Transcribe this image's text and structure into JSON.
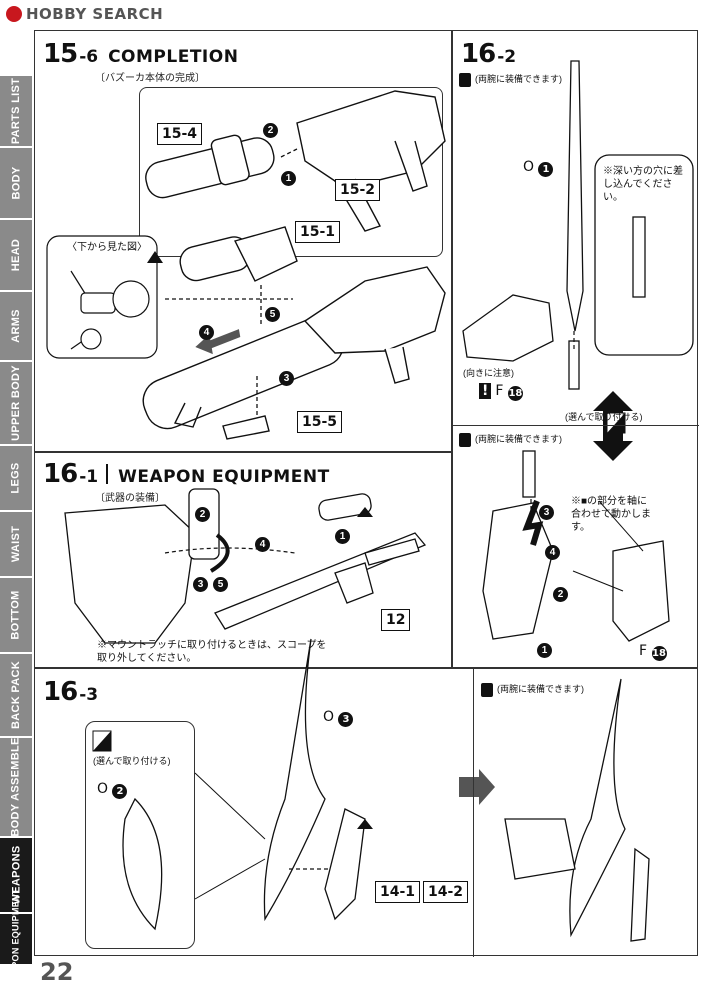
{
  "watermark": {
    "brand": "HOBBY SEARCH"
  },
  "sidebar": {
    "items": [
      {
        "label": "PARTS LIST",
        "active": false
      },
      {
        "label": "BODY",
        "active": false
      },
      {
        "label": "HEAD",
        "active": false
      },
      {
        "label": "ARMS",
        "active": false
      },
      {
        "label": "UPPER BODY",
        "active": false
      },
      {
        "label": "LEGS",
        "active": false
      },
      {
        "label": "WAIST",
        "active": false
      },
      {
        "label": "BOTTOM",
        "active": false
      },
      {
        "label": "BACK PACK",
        "active": false
      },
      {
        "label": "BODY ASSEMBLE",
        "active": false
      },
      {
        "label": "WEAPONS",
        "active": true
      },
      {
        "label": "WEAPON EQUIPMENT",
        "active": true
      }
    ]
  },
  "page_number": "22",
  "steps": {
    "s15_6": {
      "num": "15",
      "sub": "-6",
      "title": "COMPLETION",
      "jp": "〔バズーカ本体の完成〕",
      "inset_label": "〈下から見た図〉",
      "tags": [
        "15-4",
        "15-2",
        "15-1",
        "15-5"
      ],
      "callouts": [
        "2",
        "1",
        "5",
        "4",
        "3"
      ]
    },
    "s16_2": {
      "num": "16",
      "sub": "-2",
      "both_arms_note": "(両腕に装備できます)",
      "part_o1": "O",
      "insert_note": "※深い方の穴に差し込んでください。",
      "direction_note": "(向きに注意)",
      "part_f": "F",
      "choose_note": "(選んで取り付ける)",
      "both_arms_note2": "(両腕に装備できます)",
      "move_note": "※■の部分を軸に合わせて動かします。",
      "part_f2": "F",
      "callouts": [
        "1",
        "3",
        "4",
        "2",
        "1"
      ]
    },
    "s16_1": {
      "num": "16",
      "sub": "-1",
      "title": "WEAPON EQUIPMENT",
      "jp": "〔武器の装備〕",
      "tag": "12",
      "mount_note": "※マウントラッチに取り付けるときは、スコープを取り外してください。",
      "callouts": [
        "2",
        "4",
        "3",
        "5",
        "1"
      ]
    },
    "s16_3": {
      "num": "16",
      "sub": "-3",
      "choose_note": "(選んで取り付ける)",
      "part_o2": "O",
      "part_o3": "O",
      "tags": [
        "14-1",
        "14-2"
      ],
      "both_arms_note": "(両腕に装備できます)"
    }
  },
  "colors": {
    "accent": "#111111",
    "sidebar_tab": "#8a8a8a",
    "sidebar_active": "#1a1a1a",
    "brand": "#c8171e"
  }
}
